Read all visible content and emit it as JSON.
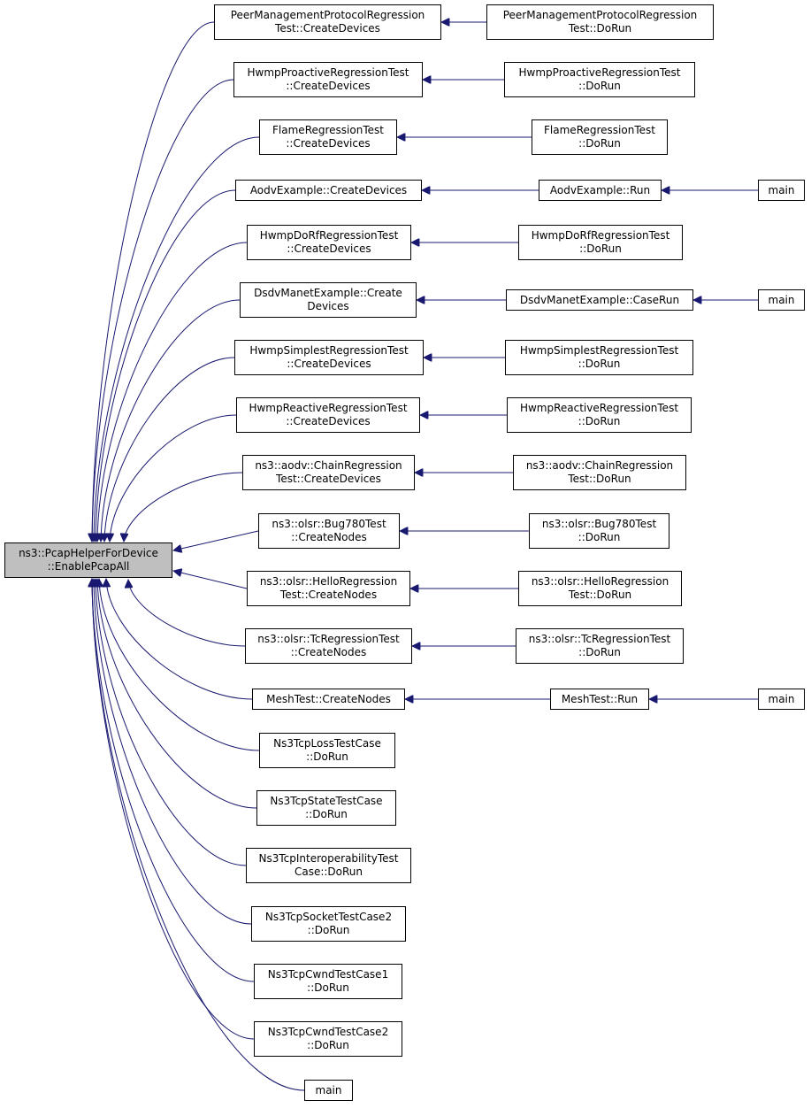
{
  "colors": {
    "edge": "#191970",
    "node_border": "#000000",
    "node_fill": "#ffffff",
    "root_fill": "#bfbfbf"
  },
  "root": {
    "id": "pcap",
    "lines": [
      "ns3::PcapHelperForDevice",
      "::EnablePcapAll"
    ]
  },
  "nodes": [
    {
      "id": "pmp_cd",
      "lines": [
        "PeerManagementProtocolRegression",
        "Test::CreateDevices"
      ]
    },
    {
      "id": "pmp_dr",
      "lines": [
        "PeerManagementProtocolRegression",
        "Test::DoRun"
      ]
    },
    {
      "id": "hpro_cd",
      "lines": [
        "HwmpProactiveRegressionTest",
        "::CreateDevices"
      ]
    },
    {
      "id": "hpro_dr",
      "lines": [
        "HwmpProactiveRegressionTest",
        "::DoRun"
      ]
    },
    {
      "id": "flame_cd",
      "lines": [
        "FlameRegressionTest",
        "::CreateDevices"
      ]
    },
    {
      "id": "flame_dr",
      "lines": [
        "FlameRegressionTest",
        "::DoRun"
      ]
    },
    {
      "id": "aodv_cd",
      "lines": [
        "AodvExample::CreateDevices"
      ]
    },
    {
      "id": "aodv_run",
      "lines": [
        "AodvExample::Run"
      ]
    },
    {
      "id": "main1",
      "lines": [
        "main"
      ]
    },
    {
      "id": "hdorf_cd",
      "lines": [
        "HwmpDoRfRegressionTest",
        "::CreateDevices"
      ]
    },
    {
      "id": "hdorf_dr",
      "lines": [
        "HwmpDoRfRegressionTest",
        "::DoRun"
      ]
    },
    {
      "id": "dsdv_cd",
      "lines": [
        "DsdvManetExample::Create",
        "Devices"
      ]
    },
    {
      "id": "dsdv_run",
      "lines": [
        "DsdvManetExample::CaseRun"
      ]
    },
    {
      "id": "main2",
      "lines": [
        "main"
      ]
    },
    {
      "id": "hsim_cd",
      "lines": [
        "HwmpSimplestRegressionTest",
        "::CreateDevices"
      ]
    },
    {
      "id": "hsim_dr",
      "lines": [
        "HwmpSimplestRegressionTest",
        "::DoRun"
      ]
    },
    {
      "id": "hrea_cd",
      "lines": [
        "HwmpReactiveRegressionTest",
        "::CreateDevices"
      ]
    },
    {
      "id": "hrea_dr",
      "lines": [
        "HwmpReactiveRegressionTest",
        "::DoRun"
      ]
    },
    {
      "id": "chain_cd",
      "lines": [
        "ns3::aodv::ChainRegression",
        "Test::CreateDevices"
      ]
    },
    {
      "id": "chain_dr",
      "lines": [
        "ns3::aodv::ChainRegression",
        "Test::DoRun"
      ]
    },
    {
      "id": "bug_cn",
      "lines": [
        "ns3::olsr::Bug780Test",
        "::CreateNodes"
      ]
    },
    {
      "id": "bug_dr",
      "lines": [
        "ns3::olsr::Bug780Test",
        "::DoRun"
      ]
    },
    {
      "id": "hello_cn",
      "lines": [
        "ns3::olsr::HelloRegression",
        "Test::CreateNodes"
      ]
    },
    {
      "id": "hello_dr",
      "lines": [
        "ns3::olsr::HelloRegression",
        "Test::DoRun"
      ]
    },
    {
      "id": "tc_cn",
      "lines": [
        "ns3::olsr::TcRegressionTest",
        "::CreateNodes"
      ]
    },
    {
      "id": "tc_dr",
      "lines": [
        "ns3::olsr::TcRegressionTest",
        "::DoRun"
      ]
    },
    {
      "id": "mesh_cn",
      "lines": [
        "MeshTest::CreateNodes"
      ]
    },
    {
      "id": "mesh_run",
      "lines": [
        "MeshTest::Run"
      ]
    },
    {
      "id": "main3",
      "lines": [
        "main"
      ]
    },
    {
      "id": "tcploss",
      "lines": [
        "Ns3TcpLossTestCase",
        "::DoRun"
      ]
    },
    {
      "id": "tcpstate",
      "lines": [
        "Ns3TcpStateTestCase",
        "::DoRun"
      ]
    },
    {
      "id": "tcpinter",
      "lines": [
        "Ns3TcpInteroperabilityTest",
        "Case::DoRun"
      ]
    },
    {
      "id": "tcpsock2",
      "lines": [
        "Ns3TcpSocketTestCase2",
        "::DoRun"
      ]
    },
    {
      "id": "tcpcwnd1",
      "lines": [
        "Ns3TcpCwndTestCase1",
        "::DoRun"
      ]
    },
    {
      "id": "tcpcwnd2",
      "lines": [
        "Ns3TcpCwndTestCase2",
        "::DoRun"
      ]
    },
    {
      "id": "main4",
      "lines": [
        "main"
      ]
    }
  ],
  "edges": [
    {
      "from": "pmp_cd",
      "to": "pcap"
    },
    {
      "from": "hpro_cd",
      "to": "pcap"
    },
    {
      "from": "flame_cd",
      "to": "pcap"
    },
    {
      "from": "aodv_cd",
      "to": "pcap"
    },
    {
      "from": "hdorf_cd",
      "to": "pcap"
    },
    {
      "from": "dsdv_cd",
      "to": "pcap"
    },
    {
      "from": "hsim_cd",
      "to": "pcap"
    },
    {
      "from": "hrea_cd",
      "to": "pcap"
    },
    {
      "from": "chain_cd",
      "to": "pcap"
    },
    {
      "from": "bug_cn",
      "to": "pcap"
    },
    {
      "from": "hello_cn",
      "to": "pcap"
    },
    {
      "from": "tc_cn",
      "to": "pcap"
    },
    {
      "from": "mesh_cn",
      "to": "pcap"
    },
    {
      "from": "tcploss",
      "to": "pcap"
    },
    {
      "from": "tcpstate",
      "to": "pcap"
    },
    {
      "from": "tcpinter",
      "to": "pcap"
    },
    {
      "from": "tcpsock2",
      "to": "pcap"
    },
    {
      "from": "tcpcwnd1",
      "to": "pcap"
    },
    {
      "from": "tcpcwnd2",
      "to": "pcap"
    },
    {
      "from": "main4",
      "to": "pcap"
    },
    {
      "from": "pmp_dr",
      "to": "pmp_cd"
    },
    {
      "from": "hpro_dr",
      "to": "hpro_cd"
    },
    {
      "from": "flame_dr",
      "to": "flame_cd"
    },
    {
      "from": "aodv_run",
      "to": "aodv_cd"
    },
    {
      "from": "main1",
      "to": "aodv_run"
    },
    {
      "from": "hdorf_dr",
      "to": "hdorf_cd"
    },
    {
      "from": "dsdv_run",
      "to": "dsdv_cd"
    },
    {
      "from": "main2",
      "to": "dsdv_run"
    },
    {
      "from": "hsim_dr",
      "to": "hsim_cd"
    },
    {
      "from": "hrea_dr",
      "to": "hrea_cd"
    },
    {
      "from": "chain_dr",
      "to": "chain_cd"
    },
    {
      "from": "bug_dr",
      "to": "bug_cn"
    },
    {
      "from": "hello_dr",
      "to": "hello_cn"
    },
    {
      "from": "tc_dr",
      "to": "tc_cn"
    },
    {
      "from": "mesh_run",
      "to": "mesh_cn"
    },
    {
      "from": "main3",
      "to": "mesh_run"
    }
  ]
}
